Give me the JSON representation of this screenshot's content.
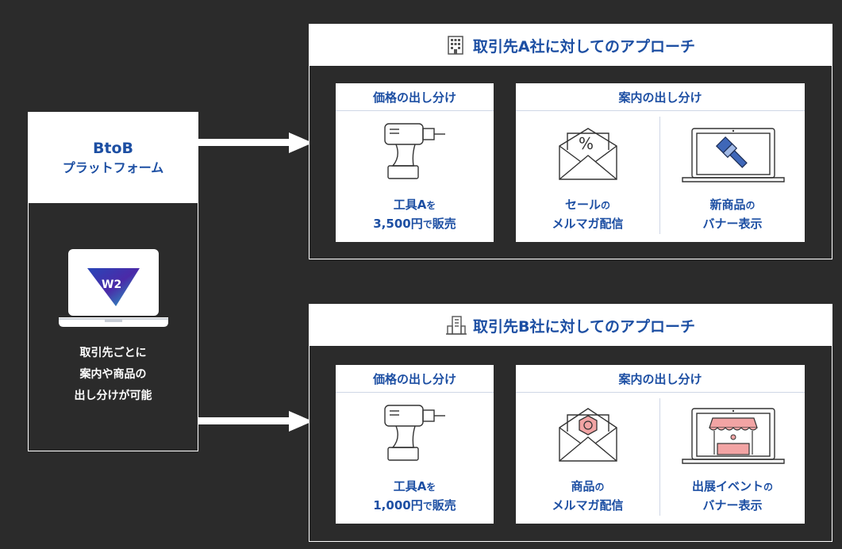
{
  "platform": {
    "title": "BtoB",
    "subtitle": "プラットフォーム",
    "logo_text": "W2",
    "desc_lines": [
      "取引先ごとに",
      "案内や商品の",
      "出し分けが可能"
    ]
  },
  "panels": [
    {
      "title": "取引先A社に対してのアプローチ",
      "price_card": {
        "heading": "価格の出し分け",
        "line1_main": "工具A",
        "line1_suffix": "を",
        "line2_main": "3,500円",
        "line2_small": "で",
        "line2_end": "販売"
      },
      "guide_card": {
        "heading": "案内の出し分け",
        "left": {
          "line1_main": "セール",
          "line1_suffix": "の",
          "line2": "メルマガ配信"
        },
        "right": {
          "line1_main": "新商品",
          "line1_suffix": "の",
          "line2": "バナー表示"
        }
      }
    },
    {
      "title": "取引先B社に対してのアプローチ",
      "price_card": {
        "heading": "価格の出し分け",
        "line1_main": "工具A",
        "line1_suffix": "を",
        "line2_main": "1,000円",
        "line2_small": "で",
        "line2_end": "販売"
      },
      "guide_card": {
        "heading": "案内の出し分け",
        "left": {
          "line1_main": "商品",
          "line1_suffix": "の",
          "line2": "メルマガ配信"
        },
        "right": {
          "line1_main": "出展イベント",
          "line1_suffix": "の",
          "line2": "バナー表示"
        }
      }
    }
  ],
  "colors": {
    "background": "#2b2b2b",
    "accent": "#1d4fa3",
    "highlight": "#f2a4a4"
  }
}
